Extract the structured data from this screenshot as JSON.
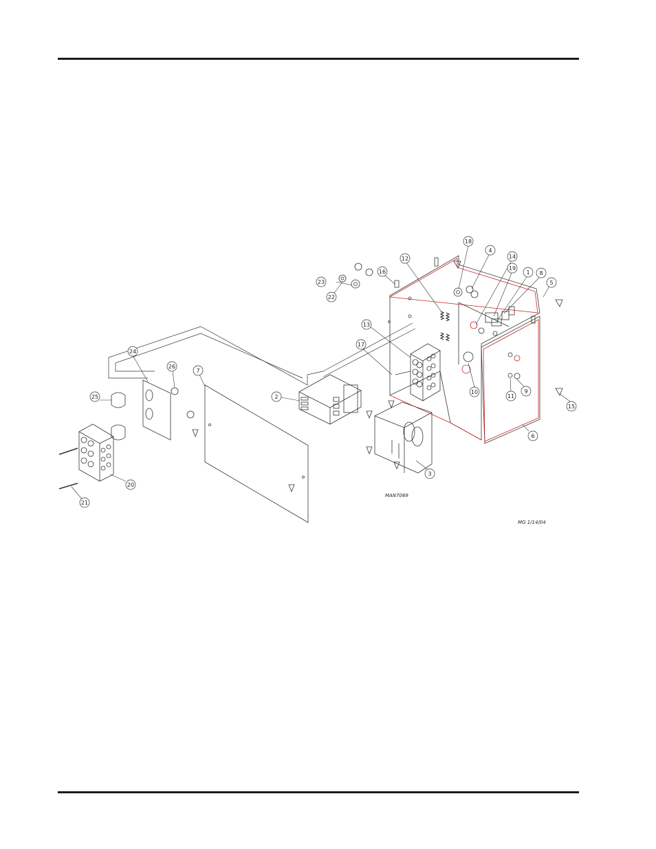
{
  "colors": {
    "line": "#333333",
    "housing_outline": "#cc2222",
    "rule": "#1a1a1a"
  },
  "drawing_number": "MAN7069",
  "drawer_date": "MG 1/14/04",
  "callouts": [
    {
      "label": "18"
    },
    {
      "label": "4"
    },
    {
      "label": "14"
    },
    {
      "label": "19"
    },
    {
      "label": "1"
    },
    {
      "label": "8"
    },
    {
      "label": "5"
    },
    {
      "label": "12"
    },
    {
      "label": "16"
    },
    {
      "label": "23"
    },
    {
      "label": "22"
    },
    {
      "label": "13"
    },
    {
      "label": "17"
    },
    {
      "label": "10"
    },
    {
      "label": "11"
    },
    {
      "label": "9"
    },
    {
      "label": "15"
    },
    {
      "label": "6"
    },
    {
      "label": "24"
    },
    {
      "label": "26"
    },
    {
      "label": "7"
    },
    {
      "label": "2"
    },
    {
      "label": "25"
    },
    {
      "label": "3"
    },
    {
      "label": "20"
    },
    {
      "label": "21"
    }
  ]
}
